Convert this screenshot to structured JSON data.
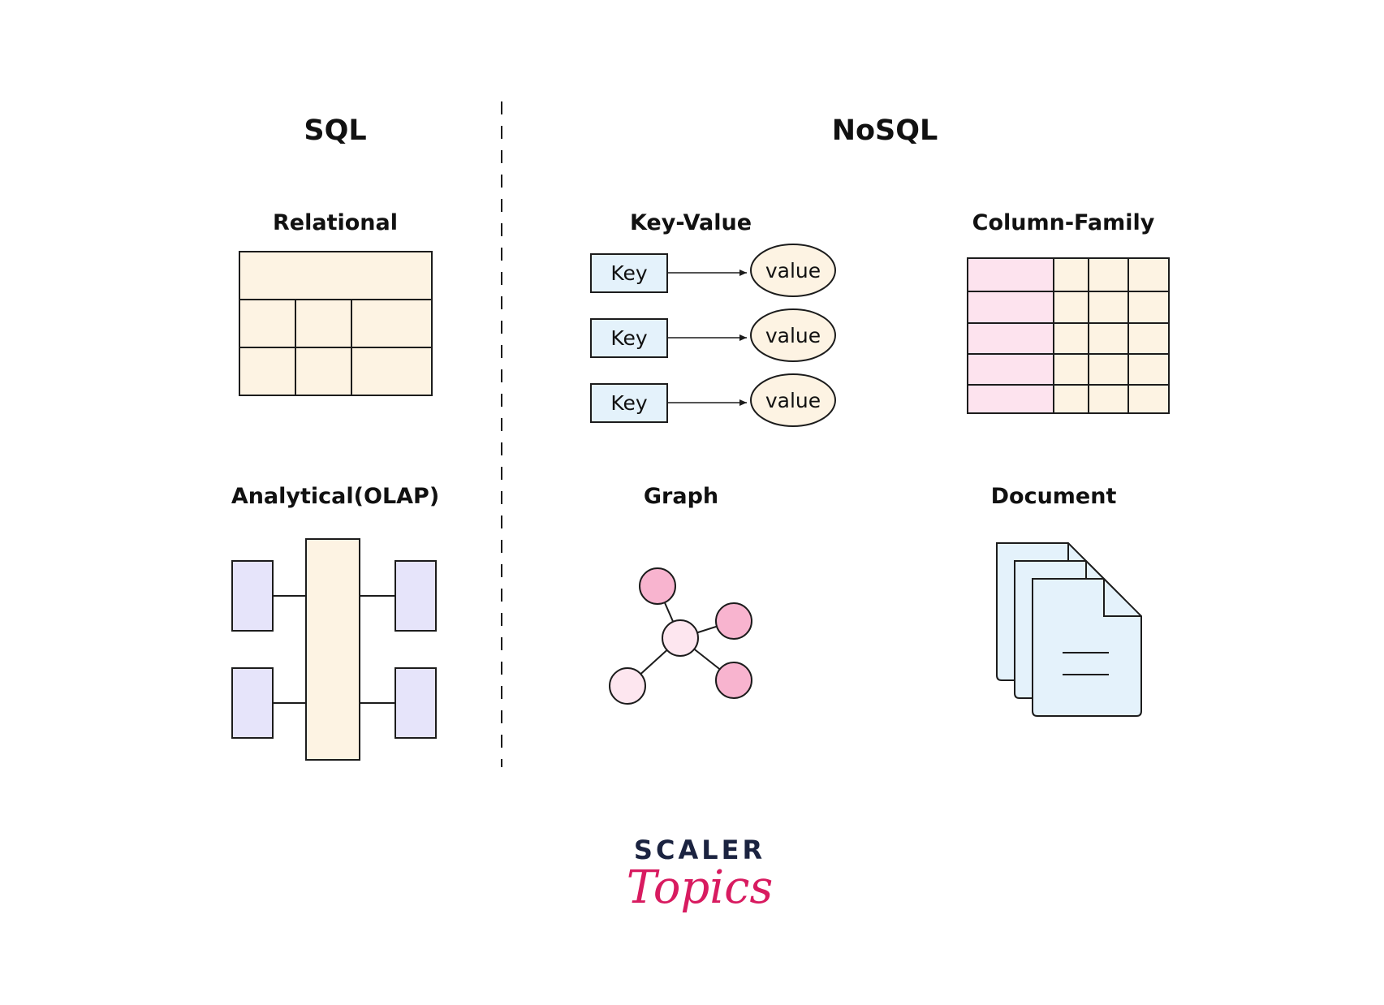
{
  "headings": {
    "sql": "SQL",
    "nosql": "NoSQL"
  },
  "categories": {
    "relational": "Relational",
    "olap": "Analytical(OLAP)",
    "key_value": "Key-Value",
    "column_family": "Column-Family",
    "graph": "Graph",
    "document": "Document"
  },
  "key_value_pairs": [
    {
      "key": "Key",
      "value": "value"
    },
    {
      "key": "Key",
      "value": "value"
    },
    {
      "key": "Key",
      "value": "value"
    }
  ],
  "brand": {
    "line1": "SCALER",
    "line2": "Topics"
  },
  "colors": {
    "cream": "#fdf3e3",
    "lavender": "#e6e4fa",
    "light_blue": "#e4f2fb",
    "pink_light": "#fde3ee",
    "pink_node": "#f8b4cf",
    "pink_center": "#fde6ef",
    "brand_navy": "#1b2340",
    "brand_pink": "#d81b60",
    "outline": "#1c1c1c"
  }
}
